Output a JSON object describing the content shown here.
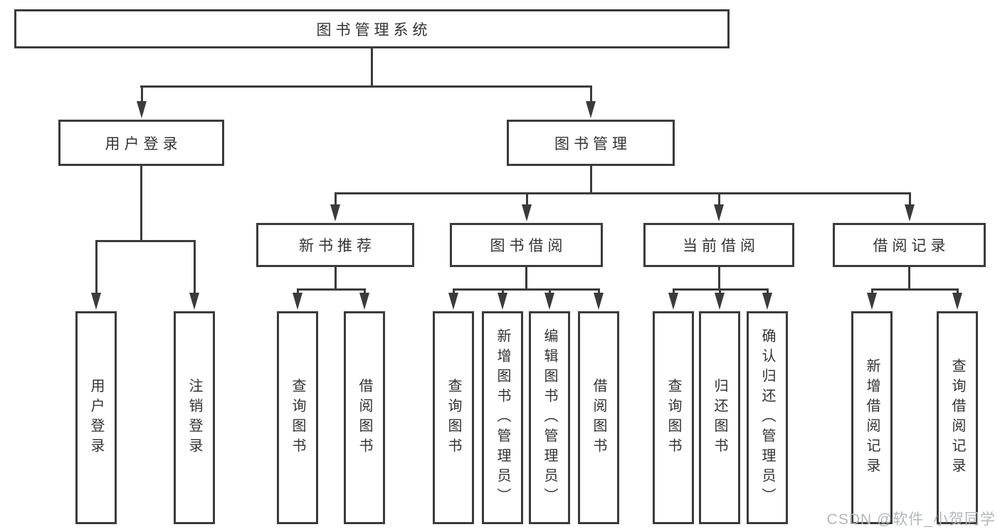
{
  "diagram": {
    "title": "图书管理系统",
    "type": "tree",
    "nodes": [
      {
        "id": "root",
        "label": "图书管理系统",
        "level": 0
      },
      {
        "id": "user-login",
        "label": "用户登录",
        "level": 1
      },
      {
        "id": "book-mgmt",
        "label": "图书管理",
        "level": 1
      },
      {
        "id": "new-book-rec",
        "label": "新书推荐",
        "level": 2
      },
      {
        "id": "book-borrow",
        "label": "图书借阅",
        "level": 2
      },
      {
        "id": "current-borrow",
        "label": "当前借阅",
        "level": 2
      },
      {
        "id": "borrow-records",
        "label": "借阅记录",
        "level": 2
      },
      {
        "id": "leaf-user-login",
        "label": "用户登录",
        "level": 3
      },
      {
        "id": "leaf-logout",
        "label": "注销登录",
        "level": 3
      },
      {
        "id": "leaf-query-book-1",
        "label": "查询图书",
        "level": 3
      },
      {
        "id": "leaf-borrow-book-1",
        "label": "借阅图书",
        "level": 3
      },
      {
        "id": "leaf-query-book-2",
        "label": "查询图书",
        "level": 3
      },
      {
        "id": "leaf-add-book",
        "label": "新增图书（管理员）",
        "level": 3
      },
      {
        "id": "leaf-edit-book",
        "label": "编辑图书（管理员）",
        "level": 3
      },
      {
        "id": "leaf-borrow-book-2",
        "label": "借阅图书",
        "level": 3
      },
      {
        "id": "leaf-query-book-3",
        "label": "查询图书",
        "level": 3
      },
      {
        "id": "leaf-return-book",
        "label": "归还图书",
        "level": 3
      },
      {
        "id": "leaf-confirm-return",
        "label": "确认归还（管理员）",
        "level": 3
      },
      {
        "id": "leaf-add-record",
        "label": "新增借阅记录",
        "level": 3
      },
      {
        "id": "leaf-query-record",
        "label": "查询借阅记录",
        "level": 3
      }
    ],
    "edges": [
      {
        "from": "root",
        "to": [
          "user-login",
          "book-mgmt"
        ]
      },
      {
        "from": "user-login",
        "to": [
          "leaf-user-login",
          "leaf-logout"
        ]
      },
      {
        "from": "book-mgmt",
        "to": [
          "new-book-rec",
          "book-borrow",
          "current-borrow",
          "borrow-records"
        ]
      },
      {
        "from": "new-book-rec",
        "to": [
          "leaf-query-book-1",
          "leaf-borrow-book-1"
        ]
      },
      {
        "from": "book-borrow",
        "to": [
          "leaf-query-book-2",
          "leaf-add-book",
          "leaf-edit-book",
          "leaf-borrow-book-2"
        ]
      },
      {
        "from": "current-borrow",
        "to": [
          "leaf-query-book-3",
          "leaf-return-book",
          "leaf-confirm-return"
        ]
      },
      {
        "from": "borrow-records",
        "to": [
          "leaf-add-record",
          "leaf-query-record"
        ]
      }
    ]
  },
  "watermark": {
    "text": "CSDN @软件_小贺同学"
  },
  "colors": {
    "line": "#3b3b3b",
    "text": "#333333",
    "background": "#ffffff",
    "watermark": "#b4b7b9"
  }
}
